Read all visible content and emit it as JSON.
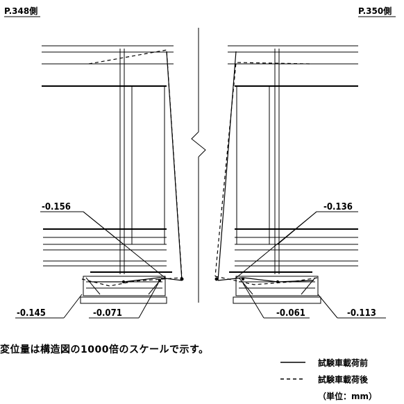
{
  "side_labels": {
    "left": "P.348側",
    "right": "P.350側"
  },
  "values": {
    "left_upper": "-0.156",
    "left_lower_outer": "-0.145",
    "left_lower_inner": "-0.071",
    "right_upper": "-0.136",
    "right_lower_inner": "-0.061",
    "right_lower_outer": "-0.113"
  },
  "note": "変位量は構造図の1000倍のスケールで示す。",
  "legend": {
    "before_label": "試験車載荷前",
    "after_label": "試験車載荷後",
    "unit": "（単位：mm）"
  }
}
